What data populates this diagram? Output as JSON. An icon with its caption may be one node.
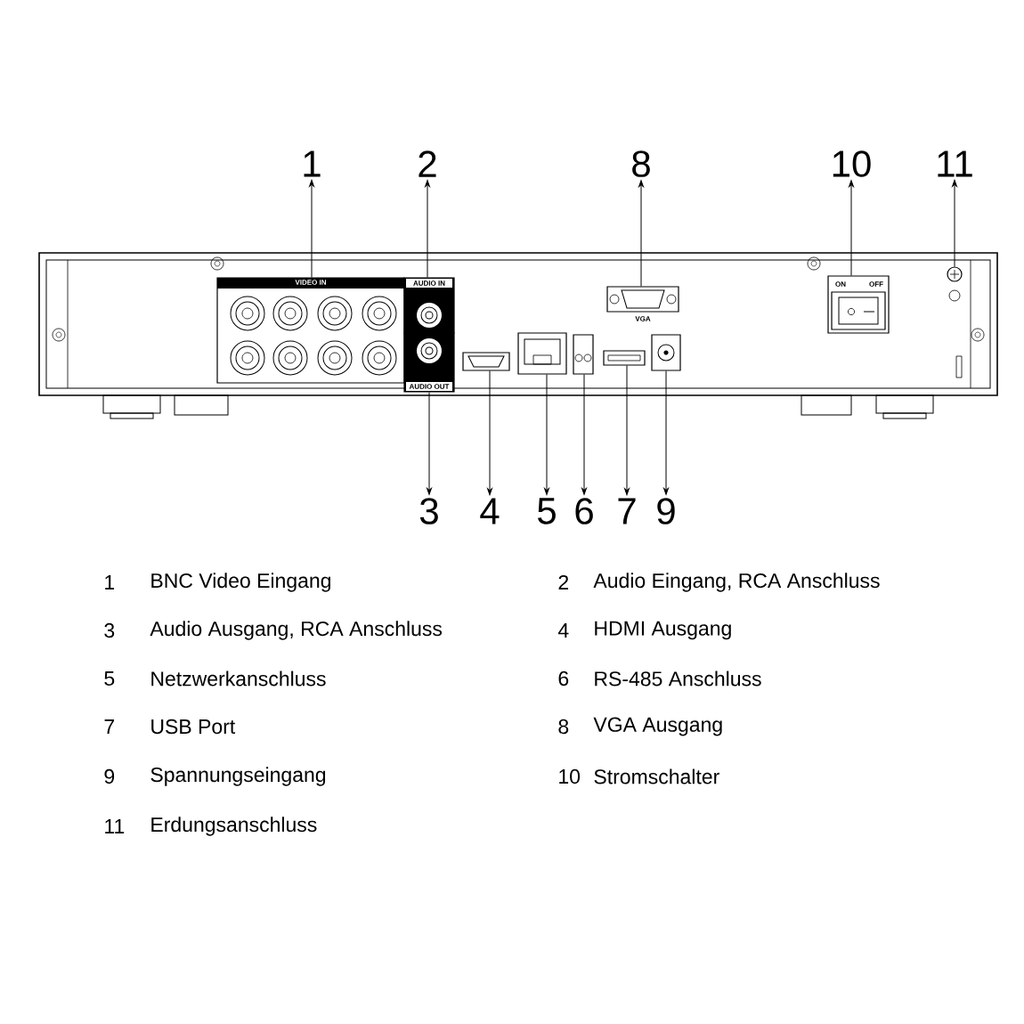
{
  "diagram": {
    "nodes": [
      {
        "text": [
          "1"
        ]
      },
      {
        "text": [
          "2"
        ]
      },
      {
        "text": [
          "8"
        ]
      },
      {
        "text": [
          "10"
        ]
      },
      {
        "text": [
          "11"
        ]
      },
      {
        "text": [],
        "shape": "box"
      },
      {
        "text": [],
        "shape": "box"
      },
      {
        "text": [],
        "shape": "box"
      },
      {
        "text": [],
        "shape": "box"
      },
      {
        "text": [],
        "shape": "box"
      },
      {
        "text": [],
        "shape": "box"
      },
      {
        "text": [],
        "shape": "box"
      },
      {
        "text": [],
        "shape": "box"
      },
      {
        "text": [],
        "shape": "box"
      },
      {
        "text": [],
        "shape": "box"
      },
      {
        "text": [],
        "shape": "circle"
      },
      {
        "text": [
          "3"
        ]
      },
      {
        "text": [
          "4"
        ]
      },
      {
        "text": [
          "5"
        ]
      },
      {
        "text": [
          "6"
        ]
      },
      {
        "text": [
          "7"
        ]
      },
      {
        "text": [
          "9"
        ]
      }
    ],
    "edges": [
      {
        "from": 5,
        "to": 0,
        "arrow": "to"
      },
      {
        "from": 6,
        "to": 1,
        "arrow": "to"
      },
      {
        "from": 9,
        "to": 2,
        "arrow": "to"
      },
      {
        "from": 14,
        "to": 3,
        "arrow": "to"
      },
      {
        "from": 15,
        "to": 4,
        "arrow": "to"
      },
      {
        "from": 7,
        "to": 16,
        "arrow": "to"
      },
      {
        "from": 8,
        "to": 17,
        "arrow": "to"
      },
      {
        "from": 10,
        "to": 18,
        "arrow": "to"
      },
      {
        "from": 11,
        "to": 19,
        "arrow": "to"
      },
      {
        "from": 12,
        "to": 20,
        "arrow": "to"
      },
      {
        "from": 13,
        "to": 21,
        "arrow": "to"
      }
    ],
    "labels": [
      "VIDEO IN",
      "AUDIO IN",
      "AUDIO OUT",
      "VGA",
      "ON",
      "OFF",
      "1",
      "BNC Video Eingang",
      "2",
      "Audio Eingang, RCA Anschluss",
      "3",
      "Audio Ausgang, RCA Anschluss",
      "4",
      "HDMI Ausgang",
      "5",
      "Netzwerkanschluss",
      "6",
      "RS-485 Anschluss",
      "7",
      "USB Port",
      "8",
      "VGA Ausgang",
      "9",
      "Spannungseingang",
      "10",
      "Stromschalter",
      "11",
      "Erdungsanschluss"
    ]
  }
}
